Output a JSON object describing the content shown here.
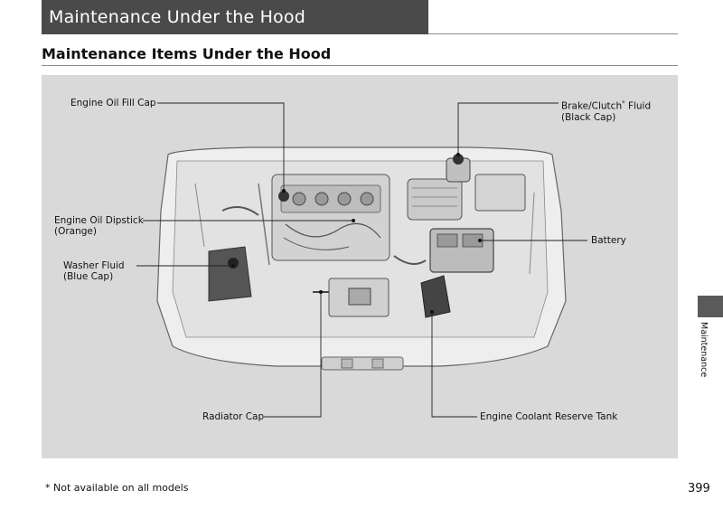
{
  "header": {
    "title": "Maintenance Under the Hood"
  },
  "section": {
    "title": "Maintenance Items Under the Hood"
  },
  "figure": {
    "callouts": {
      "oil_fill_cap": {
        "line1": "Engine Oil Fill Cap"
      },
      "brake_fluid": {
        "line1": "Brake/Clutch",
        "sup": "*",
        "line1b": " Fluid",
        "line2": "(Black Cap)"
      },
      "dipstick": {
        "line1": "Engine Oil Dipstick",
        "line2": "(Orange)"
      },
      "washer": {
        "line1": "Washer Fluid",
        "line2": "(Blue Cap)"
      },
      "battery": {
        "line1": "Battery"
      },
      "radiator": {
        "line1": "Radiator Cap"
      },
      "coolant": {
        "line1": "Engine Coolant Reserve Tank"
      }
    }
  },
  "side_tab": {
    "label": "Maintenance"
  },
  "footer": {
    "footnote": "* Not available on all models",
    "page": "399"
  }
}
